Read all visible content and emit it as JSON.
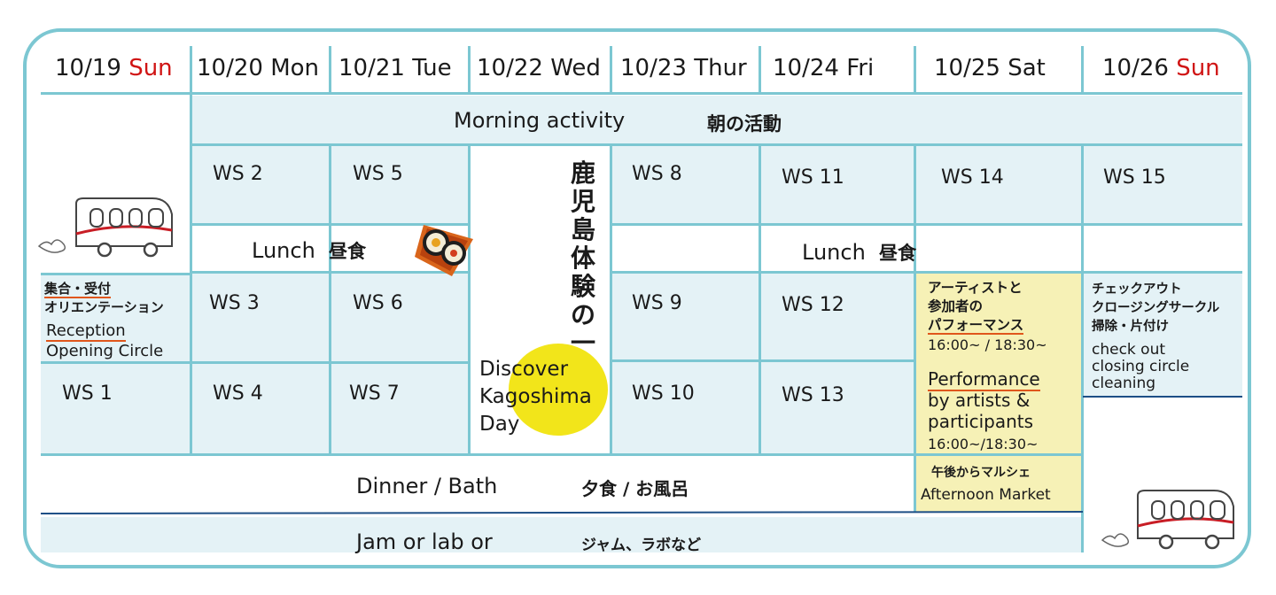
{
  "days": [
    {
      "date": "10/19",
      "dow": "Sun",
      "weekend": true
    },
    {
      "date": "10/20",
      "dow": "Mon",
      "weekend": false
    },
    {
      "date": "10/21",
      "dow": "Tue",
      "weekend": false
    },
    {
      "date": "10/22",
      "dow": "Wed",
      "weekend": false
    },
    {
      "date": "10/23",
      "dow": "Thur",
      "weekend": false
    },
    {
      "date": "10/24",
      "dow": "Fri",
      "weekend": false
    },
    {
      "date": "10/25",
      "dow": "Sat",
      "weekend": false
    },
    {
      "date": "10/26",
      "dow": "Sun",
      "weekend": true
    }
  ],
  "morning": {
    "en": "Morning activity",
    "jp": "朝の活動"
  },
  "workshops": {
    "ws1": "WS 1",
    "ws2": "WS 2",
    "ws3": "WS 3",
    "ws4": "WS 4",
    "ws5": "WS 5",
    "ws6": "WS 6",
    "ws7": "WS 7",
    "ws8": "WS 8",
    "ws9": "WS 9",
    "ws10": "WS 10",
    "ws11": "WS 11",
    "ws12": "WS 12",
    "ws13": "WS 13",
    "ws14": "WS 14",
    "ws15": "WS 15"
  },
  "lunch": {
    "en": "Lunch",
    "jp": "昼食"
  },
  "kagoshima_day": {
    "jp_vertical": "鹿児島体験の一日",
    "en_lines": [
      "Discover",
      "Kagoshima",
      "Day"
    ]
  },
  "arrival": {
    "jp_line1": "集合・受付",
    "jp_line2": "オリエンテーション",
    "en_line1": "Reception",
    "en_line2": "Opening Circle"
  },
  "performance": {
    "jp_lines": [
      "アーティストと",
      "参加者の",
      "パフォーマンス"
    ],
    "jp_time": "16:00~ / 18:30~",
    "en_title": "Performance",
    "en_lines": [
      "by artists &",
      "participants"
    ],
    "en_time": "16:00~/18:30~"
  },
  "market": {
    "jp": "午後からマルシェ",
    "en": "Afternoon Market"
  },
  "checkout": {
    "jp_lines": [
      "チェックアウト",
      "クロージングサークル",
      "掃除・片付け"
    ],
    "en_lines": [
      "check out",
      "closing circle",
      "cleaning"
    ]
  },
  "dinner": {
    "en": "Dinner / Bath",
    "jp": "夕食 / お風呂"
  },
  "jam": {
    "en": "Jam or lab or",
    "jp": "ジャム、ラボなど"
  },
  "colors": {
    "frame": "#7cc7d2",
    "cell": "#e4f2f6",
    "highlight": "#f6f1b6",
    "weekend": "#d01414",
    "underline": "#e0561b",
    "spot": "#f2e51a"
  }
}
